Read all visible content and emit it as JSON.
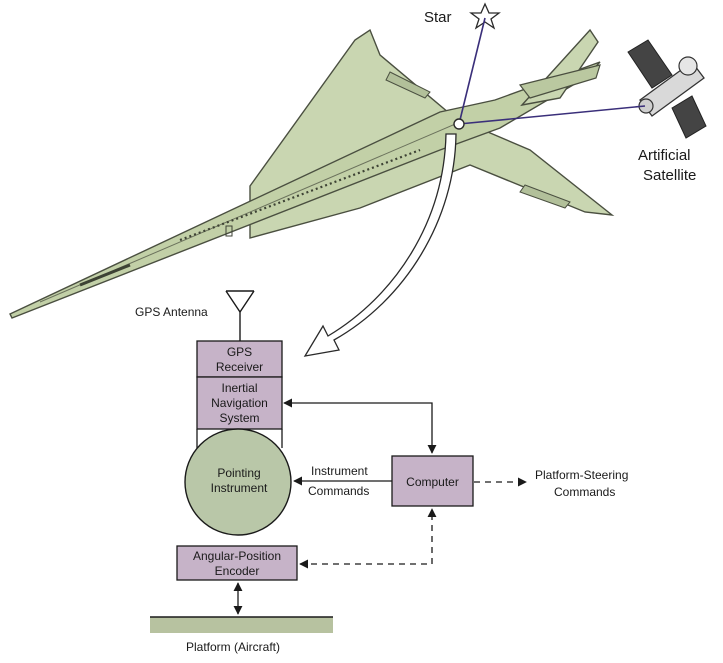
{
  "labels": {
    "star": "Star",
    "artificial_satellite": [
      "Artificial",
      "Satellite"
    ],
    "gps_antenna": "GPS Antenna",
    "instrument_commands": [
      "Instrument",
      "Commands"
    ],
    "platform_steering_commands": [
      "Platform-Steering",
      "Commands"
    ],
    "platform": "Platform (Aircraft)"
  },
  "blocks": {
    "gps_receiver": [
      "GPS",
      "Receiver"
    ],
    "inertial_navigation_system": [
      "Inertial",
      "Navigation",
      "System"
    ],
    "pointing_instrument": [
      "Pointing",
      "Instrument"
    ],
    "computer": [
      "Computer"
    ],
    "angular_position_encoder": [
      "Angular-Position",
      "Encoder"
    ]
  },
  "colors": {
    "aircraft_fill": "#c9d6b1",
    "aircraft_stroke": "#4a4f40",
    "block_fill": "#c6b3c8",
    "instrument_fill": "#b9c7a8",
    "sight_line": "#3a2f7a",
    "platform_fill": "#b7c2a0"
  }
}
